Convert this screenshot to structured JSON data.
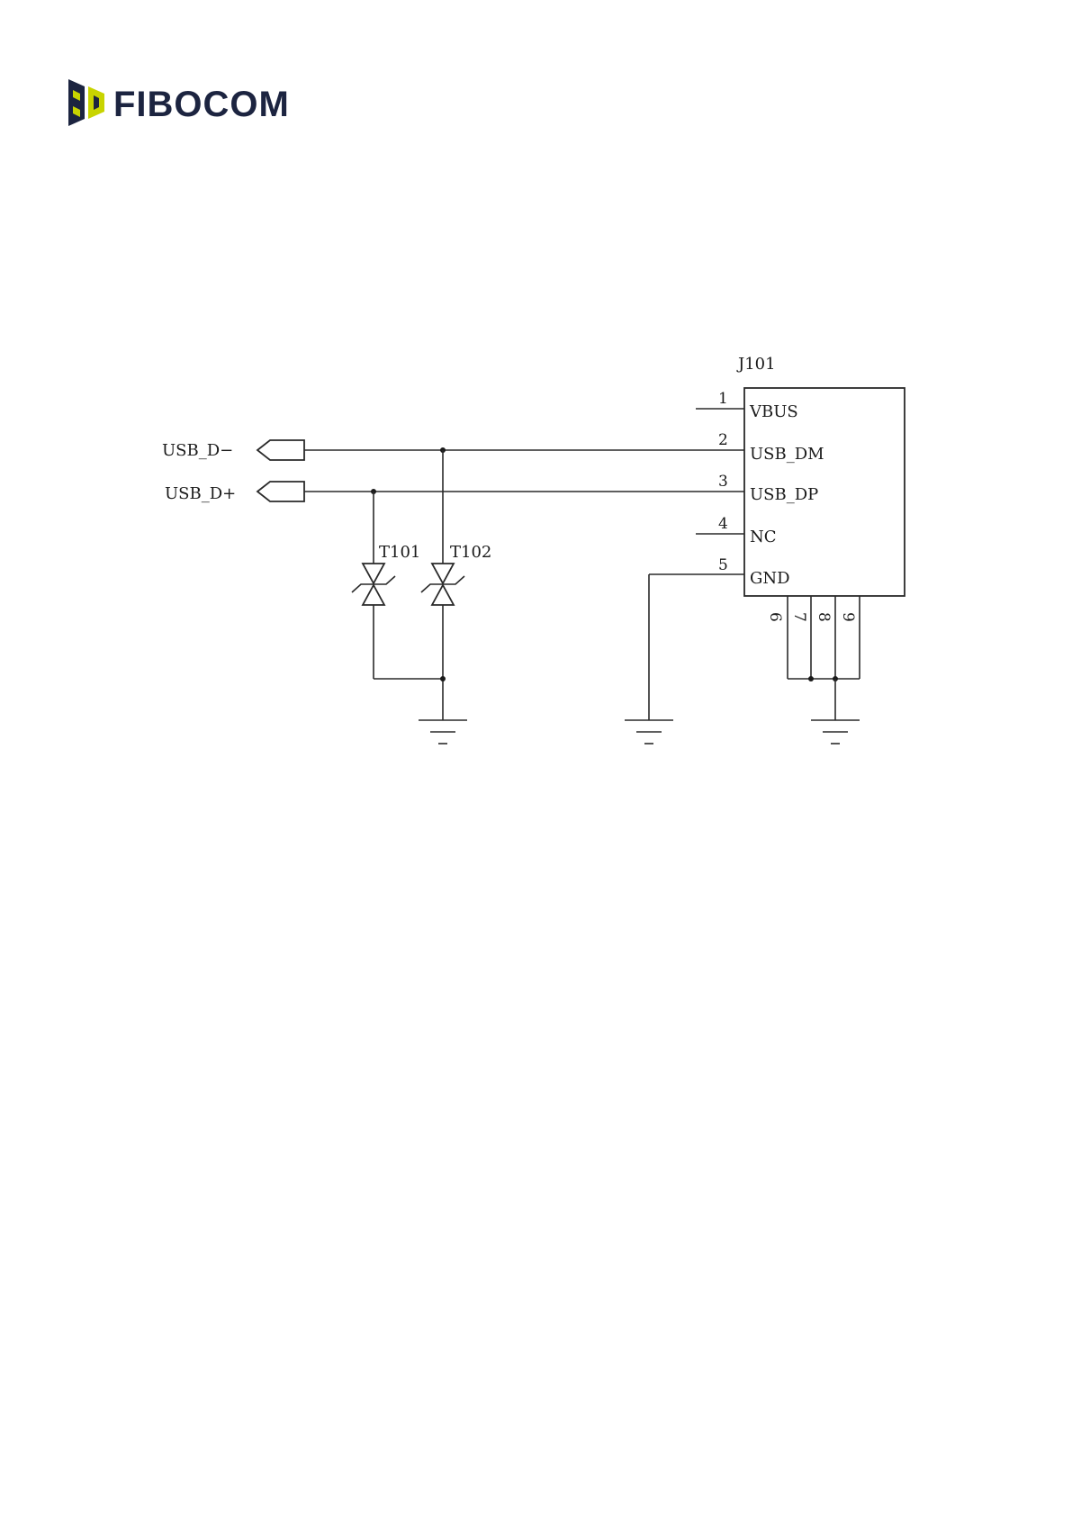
{
  "logo": {
    "text": "FIBOCOM",
    "colors": {
      "primary": "#1c2440",
      "accent": "#c8d400"
    }
  },
  "schematic": {
    "connector": {
      "ref": "J101",
      "pins": [
        {
          "num": "1",
          "name": "VBUS"
        },
        {
          "num": "2",
          "name": "USB_DM"
        },
        {
          "num": "3",
          "name": "USB_DP"
        },
        {
          "num": "4",
          "name": "NC"
        },
        {
          "num": "5",
          "name": "GND"
        }
      ],
      "shield_pins": [
        "6",
        "7",
        "8",
        "9"
      ]
    },
    "ports": [
      {
        "name": "USB_D−"
      },
      {
        "name": "USB_D+"
      }
    ],
    "tvs": [
      {
        "ref": "T101"
      },
      {
        "ref": "T102"
      }
    ]
  }
}
